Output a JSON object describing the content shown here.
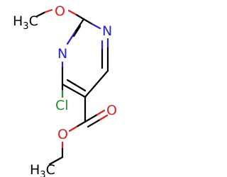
{
  "molecule": {
    "colors": {
      "carbon": "#000000",
      "nitrogen": "#2323d0",
      "oxygen": "#e0201a",
      "chlorine": "#2a8c2a"
    },
    "labels": {
      "methyl_top": {
        "main": "H",
        "sub": "3",
        "tail": "C"
      },
      "ether_o": "O",
      "n1": "N",
      "n3": "N",
      "cl": "Cl",
      "carbonyl_o": "O",
      "ester_o": "O",
      "methyl_bottom": {
        "main": "H",
        "sub": "3",
        "tail": "C"
      }
    }
  }
}
